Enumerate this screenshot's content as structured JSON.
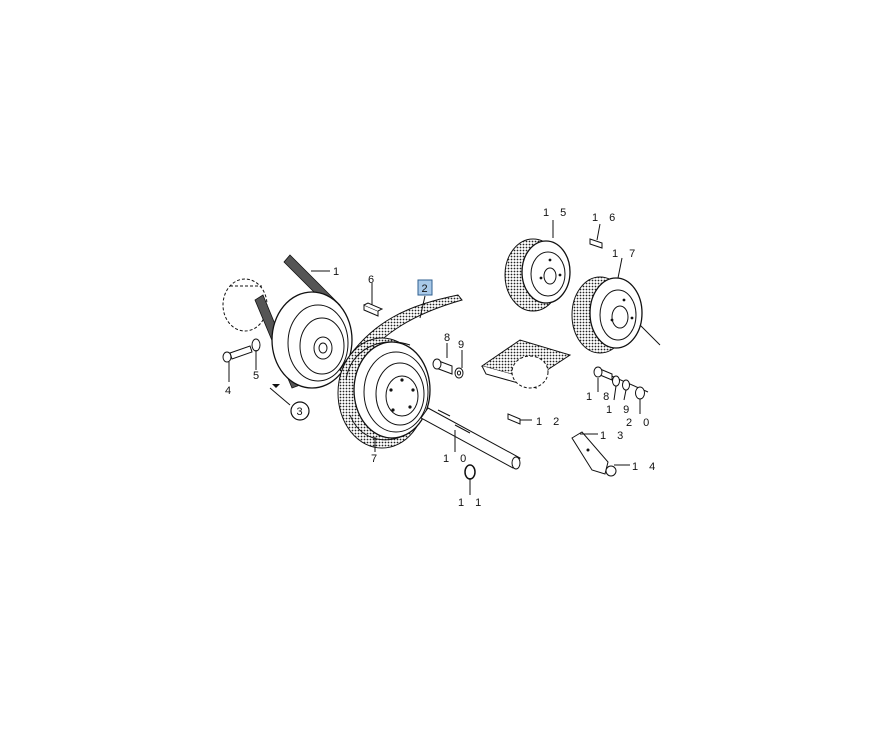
{
  "diagram": {
    "type": "exploded-parts-diagram",
    "selected_callout": "2",
    "colors": {
      "line": "#111111",
      "highlight_fill": "#a9c9e8",
      "highlight_stroke": "#2f5f8f",
      "belt": "#555555"
    },
    "callouts": {
      "c1": "1",
      "c2": "2",
      "c3": "3",
      "c4": "4",
      "c5": "5",
      "c6": "6",
      "c7": "7",
      "c8": "8",
      "c9": "9",
      "c10": "1 0",
      "c11": "1 1",
      "c12": "1 2",
      "c13": "1 3",
      "c14": "1 4",
      "c15": "1 5",
      "c16": "1 6",
      "c17": "1 7",
      "c18": "1 8",
      "c19": "1 9",
      "c20": "2 0"
    }
  }
}
